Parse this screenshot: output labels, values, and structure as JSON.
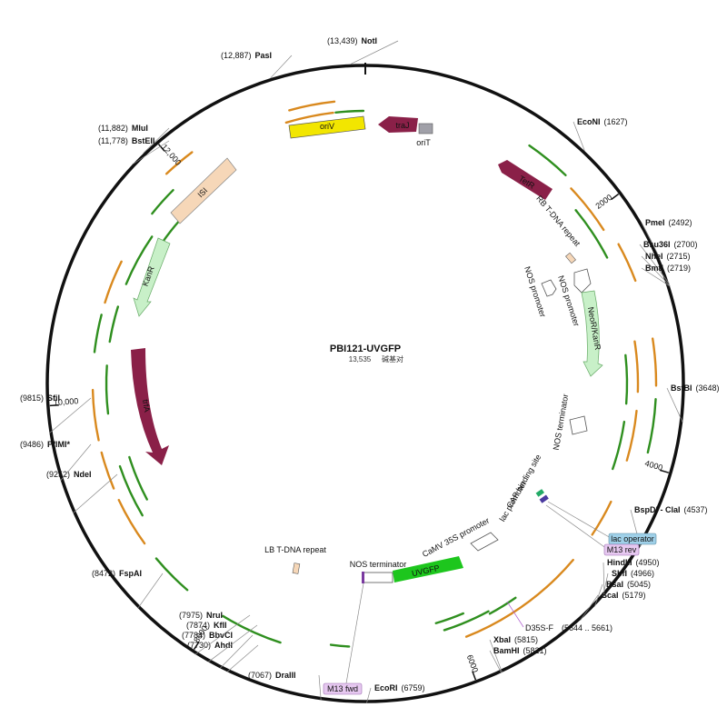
{
  "plasmid": {
    "name": "PBI121-UVGFP",
    "size": "13,535",
    "size_unit": "碱基对",
    "length": 13535
  },
  "colors": {
    "backbone": "#111111",
    "primer_feature": "#2f8f1f",
    "orange_feature": "#d9891e",
    "orange_inner": "#a85a10",
    "marker": "#8a2048",
    "ori_fill": "#f2e600",
    "origin_gray": "#a0a0a8",
    "promoter_white": "#ffffff",
    "isi_fill": "#f6d7b8",
    "kan_fill": "#c8f0c8",
    "uvgfp_fill": "#1dc61d",
    "lb_fill": "#f6d7b8",
    "operator_fill": "#9fd0e8",
    "primer_label_fill": "#e6c8f0",
    "primer_label_text": "#7a2a9a",
    "purple_text": "#b060d0"
  },
  "ticks": [
    {
      "pos": 2000,
      "label": "2000"
    },
    {
      "pos": 4000,
      "label": "4000"
    },
    {
      "pos": 6000,
      "label": "6000"
    },
    {
      "pos": 8000,
      "label": "8000"
    },
    {
      "pos": 10000,
      "label": "10,000"
    },
    {
      "pos": 12000,
      "label": "12,000"
    }
  ],
  "sites": [
    {
      "name": "NotI",
      "pos": "(13,439)",
      "p": 13439
    },
    {
      "name": "PasI",
      "pos": "(12,887)",
      "p": 12887
    },
    {
      "name": "MluI",
      "pos": "(11,882)",
      "p": 11882
    },
    {
      "name": "BstEII",
      "pos": "(11,778)",
      "p": 11778
    },
    {
      "name": "EcoNI",
      "pos": "(1627)",
      "p": 1627
    },
    {
      "name": "PmeI",
      "pos": "(2492)",
      "p": 2492
    },
    {
      "name": "Bsu36I",
      "pos": "(2700)",
      "p": 2700
    },
    {
      "name": "NheI",
      "pos": "(2715)",
      "p": 2715
    },
    {
      "name": "BmtI",
      "pos": "(2719)",
      "p": 2719
    },
    {
      "name": "BstBI",
      "pos": "(3648)",
      "p": 3648
    },
    {
      "name": "BspDI - ClaI",
      "pos": "(4537)",
      "p": 4537
    },
    {
      "name": "HindIII",
      "pos": "(4950)",
      "p": 4950
    },
    {
      "name": "SbfI",
      "pos": "(4966)",
      "p": 4966
    },
    {
      "name": "BsaI",
      "pos": "(5045)",
      "p": 5045
    },
    {
      "name": "ScaI",
      "pos": "(5179)",
      "p": 5179
    },
    {
      "name": "XbaI",
      "pos": "(5815)",
      "p": 5815
    },
    {
      "name": "BamHI",
      "pos": "(5821)",
      "p": 5821
    },
    {
      "name": "EcoRI",
      "pos": "(6759)",
      "p": 6759
    },
    {
      "name": "DraIII",
      "pos": "(7067)",
      "p": 7067
    },
    {
      "name": "AhdI",
      "pos": "(7730)",
      "p": 7730
    },
    {
      "name": "BbvCI",
      "pos": "(7784)",
      "p": 7784
    },
    {
      "name": "KflI",
      "pos": "(7874)",
      "p": 7874
    },
    {
      "name": "NruI",
      "pos": "(7975)",
      "p": 7975
    },
    {
      "name": "FspAI",
      "pos": "(8472)",
      "p": 8472
    },
    {
      "name": "NdeI",
      "pos": "(9252)",
      "p": 9252
    },
    {
      "name": "PflMI*",
      "pos": "(9486)",
      "p": 9486
    },
    {
      "name": "SfiI",
      "pos": "(9815)",
      "p": 9815
    }
  ],
  "features": {
    "oriV": "oriV",
    "traJ": "traJ",
    "oriT": "oriT",
    "TetR": "TetR",
    "ISI": "ISI",
    "KanR": "KanR",
    "trfA": "trfA",
    "NeoR_KanR": "NeoR/KanR",
    "UVGFP": "UVGFP",
    "RB_repeat": "RB T-DNA repeat",
    "NOS_promoter_1": "NOS promoter",
    "NOS_promoter_2": "NOS promoter",
    "NOS_terminator_1": "NOS terminator",
    "NOS_terminator_2": "NOS terminator",
    "CAP_binding_site": "CAP binding site",
    "lac_promoter": "lac promoter",
    "CaMV_35S_promoter": "CaMV 35S promoter",
    "LB_repeat": "LB T-DNA repeat",
    "lac_operator": "lac operator",
    "M13_rev": "M13 rev",
    "M13_fwd": "M13 fwd",
    "D35S_F": "D35S-F",
    "D35S_F_pos": "(5644 .. 5661)"
  }
}
